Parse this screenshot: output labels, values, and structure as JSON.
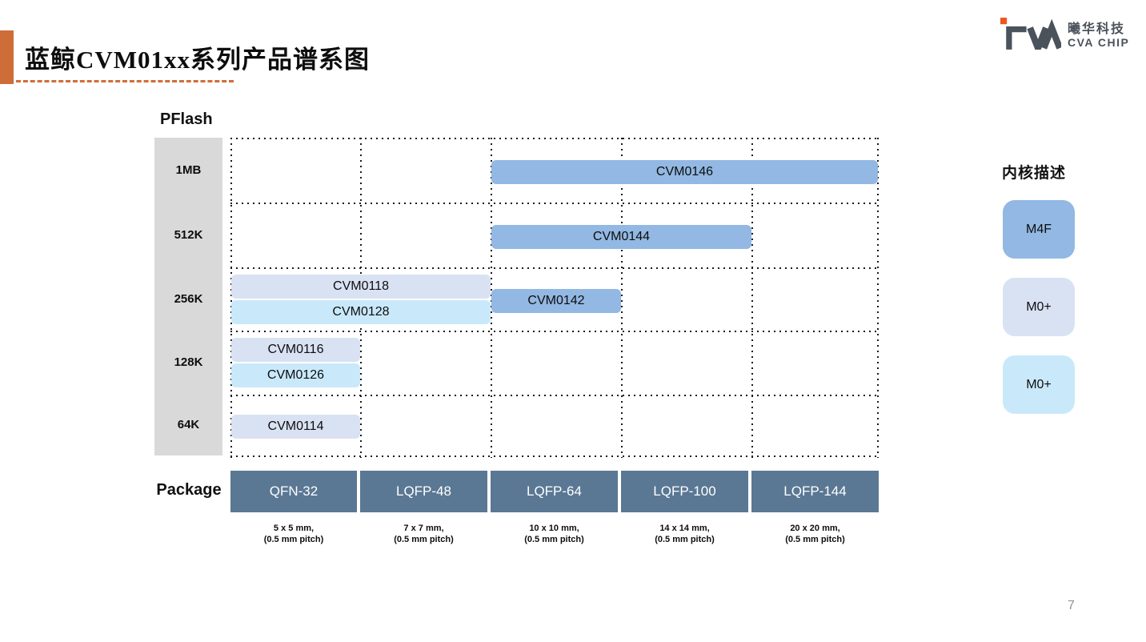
{
  "title": "蓝鲸CVM01xx系列产品谱系图",
  "logo": {
    "company_cn": "曦华科技",
    "company_en": "CVA CHIP"
  },
  "page_number": "7",
  "colors": {
    "accent_orange": "#CF6D38",
    "logo_dark": "#4A525B",
    "logo_orange": "#F0551F",
    "m4f": "#92B8E3",
    "m0_plus_lavender": "#D9E2F3",
    "m0_plus_cyan": "#C9E9FB",
    "package_bar": "#5A7894",
    "axis_column_gray": "#D9D9D9"
  },
  "chart_data": {
    "type": "bar",
    "subtype": "product-span-matrix",
    "title": "蓝鲸CVM01xx系列产品谱系图",
    "y_axis": {
      "label": "PFlash",
      "categories": [
        "1MB",
        "512K",
        "256K",
        "128K",
        "64K"
      ]
    },
    "x_axis": {
      "label": "Package",
      "categories": [
        "QFN-32",
        "LQFP-48",
        "LQFP-64",
        "LQFP-100",
        "LQFP-144"
      ],
      "sublabels": [
        [
          "5 x 5 mm,",
          "(0.5 mm pitch)"
        ],
        [
          "7 x 7 mm,",
          "(0.5 mm pitch)"
        ],
        [
          "10 x 10 mm,",
          "(0.5 mm pitch)"
        ],
        [
          "14 x 14 mm,",
          "(0.5 mm pitch)"
        ],
        [
          "20 x 20 mm,",
          "(0.5 mm pitch)"
        ]
      ]
    },
    "legend": {
      "title": "内核描述",
      "entries": [
        {
          "label": "M4F",
          "color_key": "m4f"
        },
        {
          "label": "M0+",
          "color_key": "m0_plus_lavender"
        },
        {
          "label": "M0+",
          "color_key": "m0_plus_cyan"
        }
      ]
    },
    "products": [
      {
        "name": "CVM0146",
        "pflash": "1MB",
        "core": "M4F",
        "color_key": "m4f",
        "row": 0,
        "col_start": 2,
        "col_end": 4,
        "lane": "center"
      },
      {
        "name": "CVM0144",
        "pflash": "512K",
        "core": "M4F",
        "color_key": "m4f",
        "row": 1,
        "col_start": 2,
        "col_end": 3,
        "lane": "center"
      },
      {
        "name": "CVM0118",
        "pflash": "256K",
        "core": "M0+",
        "color_key": "m0_plus_lavender",
        "row": 2,
        "col_start": 0,
        "col_end": 1,
        "lane": "upper"
      },
      {
        "name": "CVM0128",
        "pflash": "256K",
        "core": "M0+",
        "color_key": "m0_plus_cyan",
        "row": 2,
        "col_start": 0,
        "col_end": 1,
        "lane": "lower"
      },
      {
        "name": "CVM0142",
        "pflash": "256K",
        "core": "M4F",
        "color_key": "m4f",
        "row": 2,
        "col_start": 2,
        "col_end": 2,
        "lane": "center"
      },
      {
        "name": "CVM0116",
        "pflash": "128K",
        "core": "M0+",
        "color_key": "m0_plus_lavender",
        "row": 3,
        "col_start": 0,
        "col_end": 0,
        "lane": "upper"
      },
      {
        "name": "CVM0126",
        "pflash": "128K",
        "core": "M0+",
        "color_key": "m0_plus_cyan",
        "row": 3,
        "col_start": 0,
        "col_end": 0,
        "lane": "lower"
      },
      {
        "name": "CVM0114",
        "pflash": "64K",
        "core": "M0+",
        "color_key": "m0_plus_lavender",
        "row": 4,
        "col_start": 0,
        "col_end": 0,
        "lane": "center"
      }
    ]
  }
}
